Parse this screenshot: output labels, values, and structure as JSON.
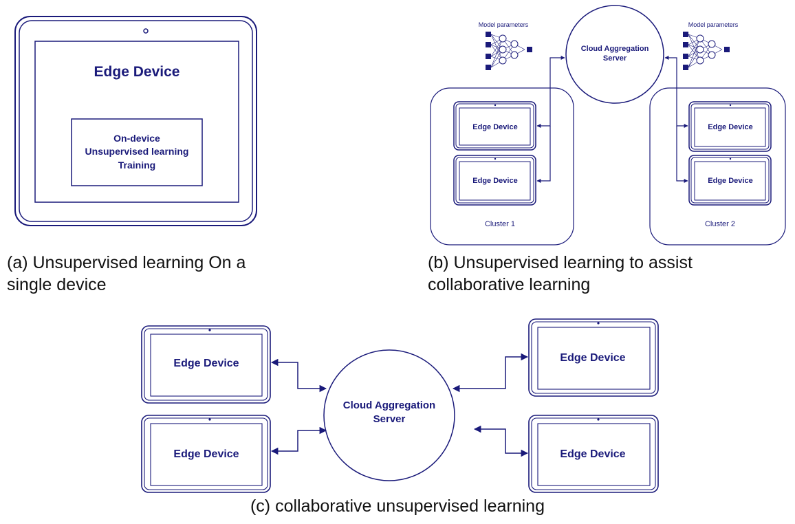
{
  "colors": {
    "stroke": "#1a1a7a",
    "label": "#1a1a7a",
    "caption": "#111111"
  },
  "panel_a": {
    "device_label": "Edge Device",
    "training_lines": [
      "On-device",
      "Unsupervised learning",
      "Training"
    ],
    "caption": "(a) Unsupervised learning On a single device"
  },
  "panel_b": {
    "server_lines": [
      "Cloud Aggregation",
      "Server"
    ],
    "model_label_left": "Model parameters",
    "model_label_right": "Model parameters",
    "device_label": "Edge Device",
    "cluster_1": "Cluster 1",
    "cluster_2": "Cluster 2",
    "caption": "(b) Unsupervised learning to assist collaborative learning"
  },
  "panel_c": {
    "server_lines": [
      "Cloud Aggregation",
      "Server"
    ],
    "device_label": "Edge Device",
    "caption": "(c) collaborative unsupervised learning"
  }
}
